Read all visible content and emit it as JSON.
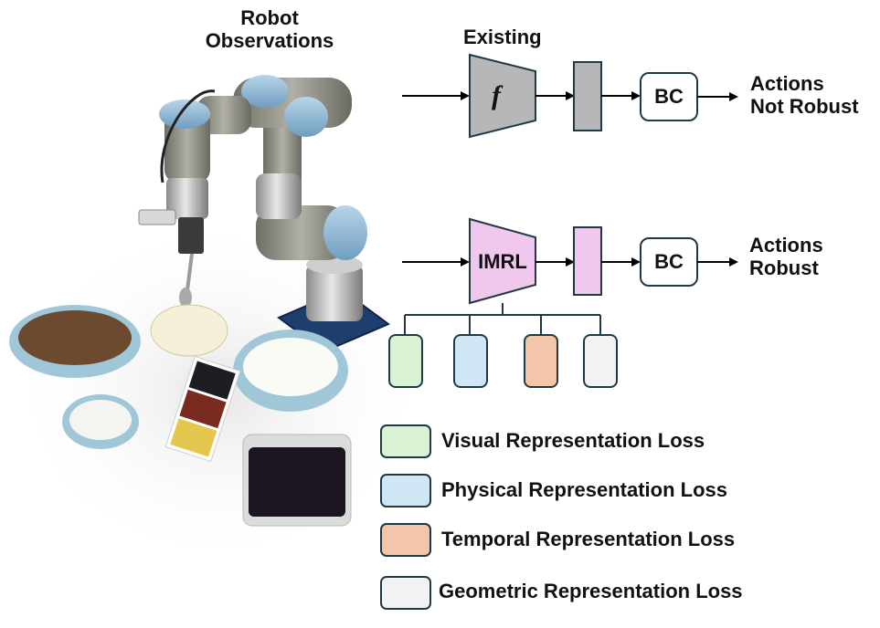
{
  "header": {
    "observations_line1": "Robot",
    "observations_line2": "Observations"
  },
  "existing_pipeline": {
    "title": "Existing",
    "encoder_symbol": "f",
    "policy_label": "BC",
    "output_line1": "Actions",
    "output_line2": "Not Robust",
    "encoder_color": "#b7b7b7",
    "feature_color": "#b7b7b7"
  },
  "imrl_pipeline": {
    "encoder_label": "IMRL",
    "policy_label": "BC",
    "output_line1": "Actions",
    "output_line2": "Robust",
    "encoder_color": "#f0c8ee",
    "feature_color": "#f0c8ee"
  },
  "loss_heads": [
    {
      "name": "visual",
      "color": "#d9f2d3"
    },
    {
      "name": "physical",
      "color": "#cfe6f4"
    },
    {
      "name": "temporal",
      "color": "#f3c6aa"
    },
    {
      "name": "geometric",
      "color": "#f2f2f2"
    }
  ],
  "legend": [
    {
      "label": "Visual Representation Loss",
      "color": "#d9f2d3"
    },
    {
      "label": "Physical Representation Loss",
      "color": "#cfe6f4"
    },
    {
      "label": "Temporal Representation Loss",
      "color": "#f3c6aa"
    },
    {
      "label": "Geometric Representation Loss",
      "color": "#f2f2f2"
    }
  ],
  "colors": {
    "stroke": "#1f3a44",
    "arrow": "#000000",
    "robot_blue": "#8fb8d4"
  }
}
